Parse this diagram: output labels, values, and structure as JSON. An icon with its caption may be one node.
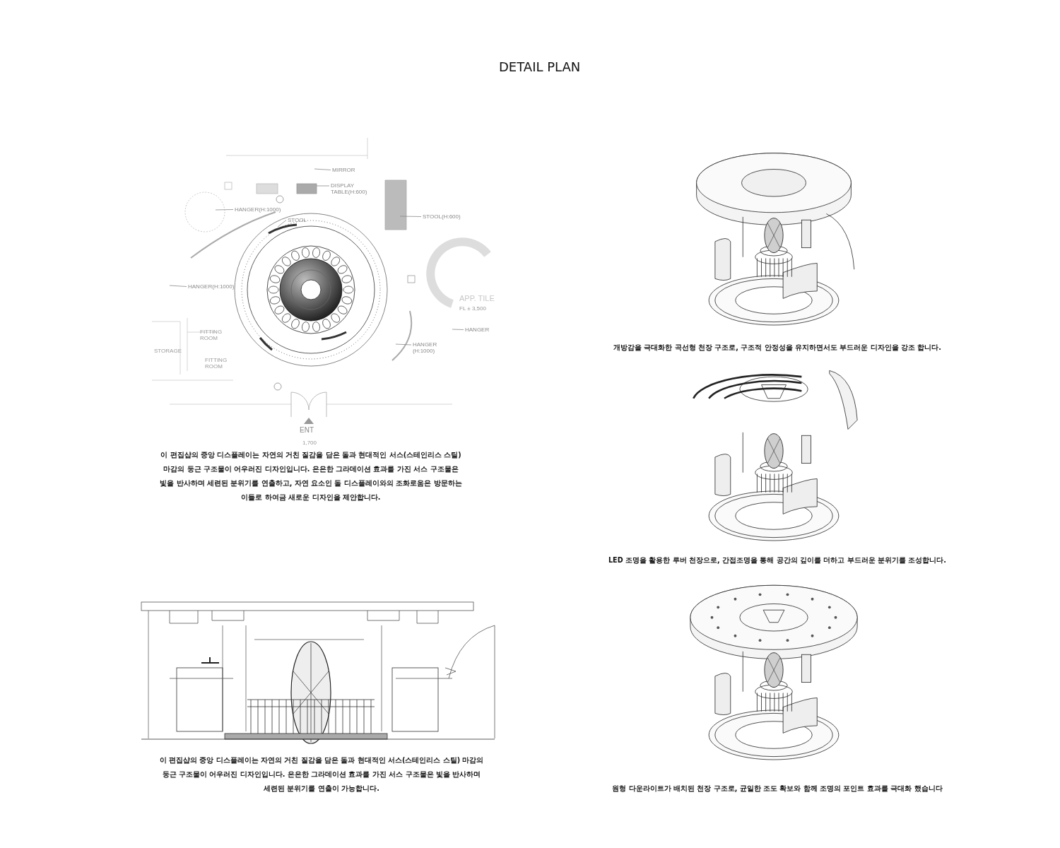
{
  "diagram": {
    "title": "DETAIL PLAN",
    "nodes": [
      {
        "text": [
          "MIRROR"
        ]
      },
      {
        "text": [
          "DISPLAY TABLE(H:600)"
        ]
      },
      {
        "text": [
          "HANGER(H:1000)"
        ]
      },
      {
        "text": [
          "STOOL"
        ]
      },
      {
        "text": [
          "STOOL(H:600)"
        ]
      },
      {
        "text": [
          "HANGER(H:1000)"
        ]
      },
      {
        "text": [
          "HANGER (H:1000)"
        ]
      },
      {
        "text": [
          "HANGER"
        ]
      }
    ],
    "edges": [
      {
        "from": 0,
        "to": null,
        "arrow": "none"
      },
      {
        "from": 1,
        "to": null,
        "arrow": "none"
      },
      {
        "from": 2,
        "to": null,
        "arrow": "none"
      },
      {
        "from": 3,
        "to": null,
        "arrow": "none"
      },
      {
        "from": 4,
        "to": null,
        "arrow": "none"
      },
      {
        "from": 5,
        "to": null,
        "arrow": "none"
      },
      {
        "from": 6,
        "to": null,
        "arrow": "none"
      },
      {
        "from": 7,
        "to": null,
        "arrow": "none"
      }
    ],
    "labels": [
      "FITTING ROOM",
      "STORAGE",
      "FITTING ROOM",
      "APP. TILE",
      "FL ± 3,500",
      "ENT",
      "1,700",
      "이 편집샵의 중앙 디스플레이는 자연의 거친 질감을 담은 돌과 현대적인 서스(스테인리스 스틸) 마감의 둥근 구조물이 어우러진 디자인입니다. 은은한 그라데이션 효과를 가진 서스 구조물은 빛을 반사하며 세련된 분위기를 연출하고, 자연 요소인 돌 디스플레이와의 조화로움은 방문하는 이들로 하여금 새로운 디자인을 제안합니다.",
      "개방감을 극대화한 곡선형 천장 구조로, 구조적 안정성을 유지하면서도 부드러운 디자인을 강조 합니다.",
      "LED 조명을 활용한 루버 천장으로, 간접조명을 통해 공간의 깊이를 더하고 부드러운 분위기를 조성합니다.",
      "이 편집샵의 중앙 디스플레이는 자연의 거친 질감을 담은 돌과 현대적인 서스(스테인리스 스틸) 마감의 둥근 구조물이 어우러진 디자인입니다. 은은한 그라데이션 효과를 가진 서스 구조물은 빛을 반사하며 세련된 분위기를 연출이 가능합니다.",
      "원형 다운라이트가 배치된 천장 구조로, 균일한 조도 확보와 함께 조명의 포인트 효과를 극대화 했습니다"
    ]
  }
}
